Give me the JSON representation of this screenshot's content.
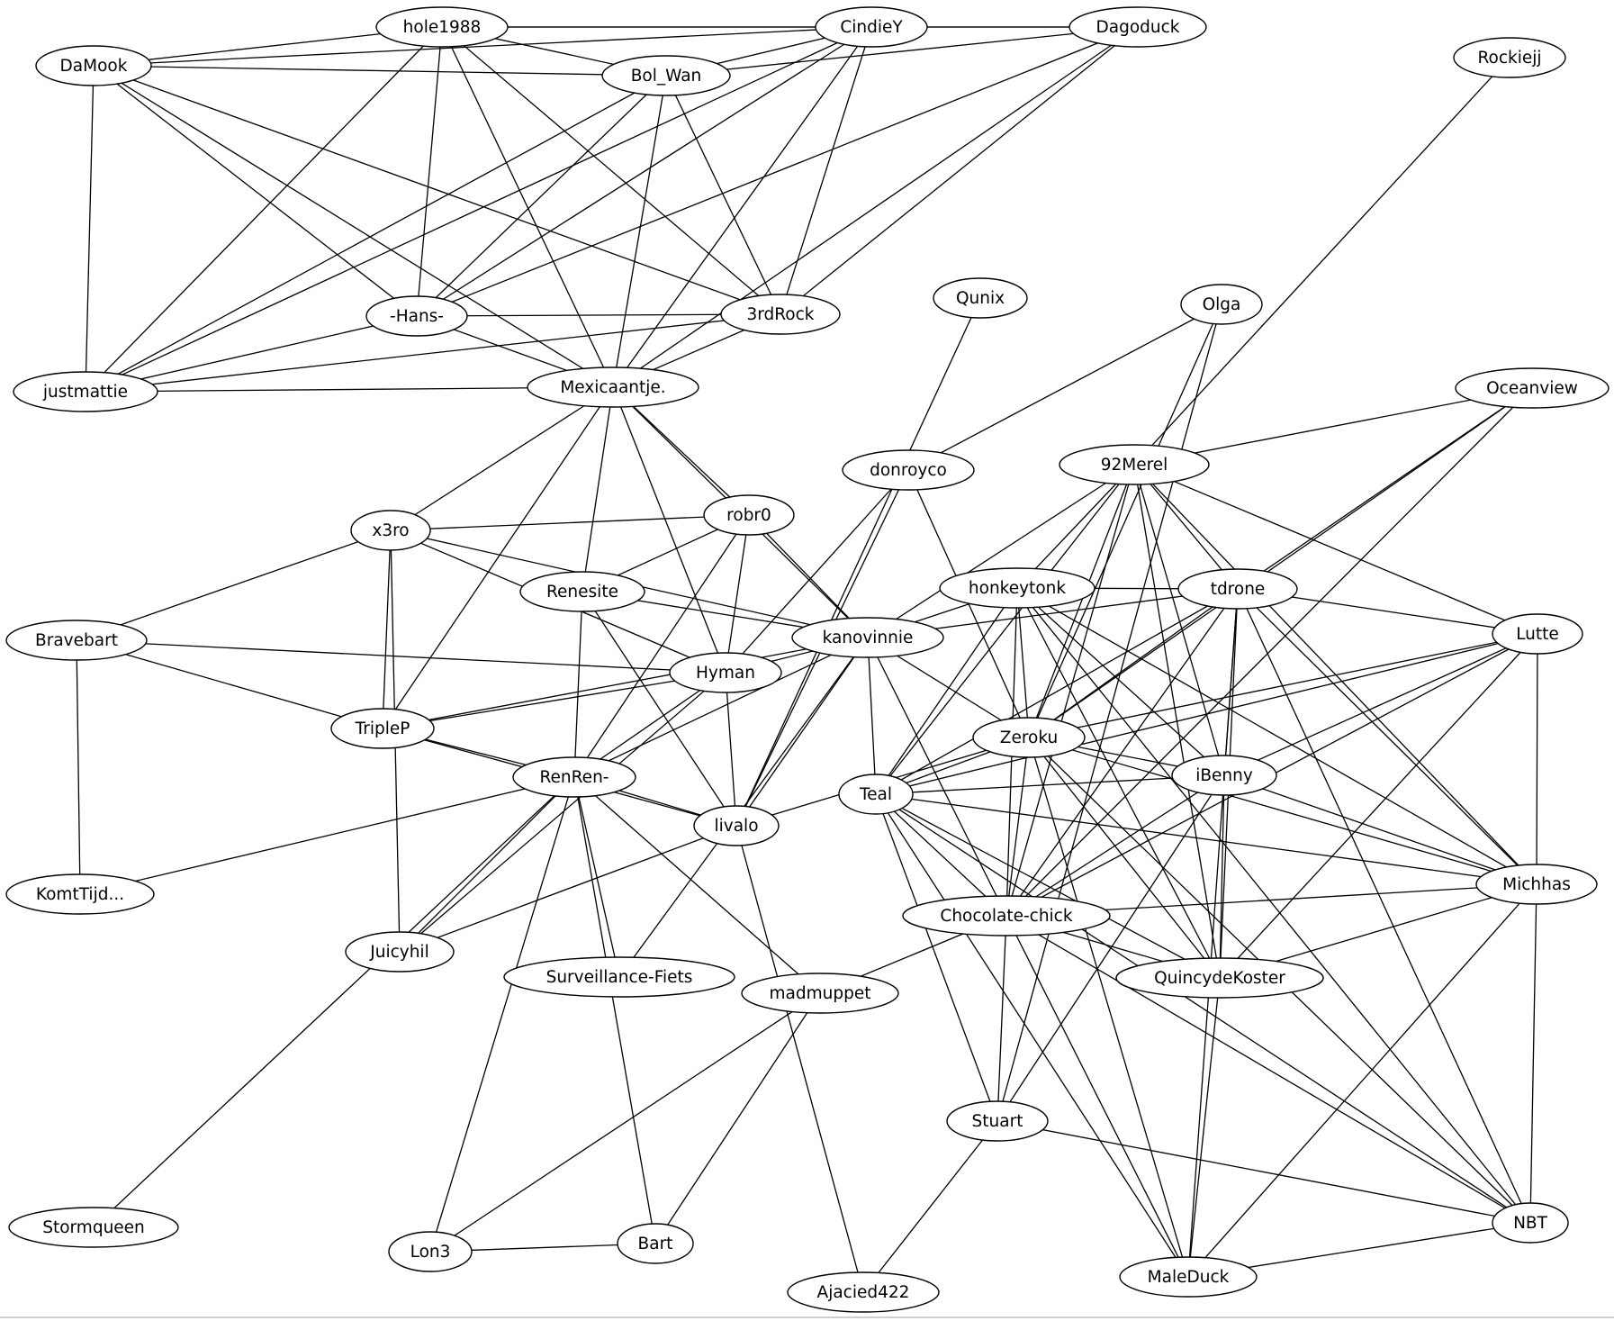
{
  "graph": {
    "type": "undirected-network",
    "colors": {
      "background": "#ffffff",
      "stroke": "#000000",
      "text": "#000000"
    },
    "nodes": [
      {
        "id": "hole1988",
        "label": "hole1988"
      },
      {
        "id": "CindieY",
        "label": "CindieY"
      },
      {
        "id": "Dagoduck",
        "label": "Dagoduck"
      },
      {
        "id": "DaMook",
        "label": "DaMook"
      },
      {
        "id": "Bol_Wan",
        "label": "Bol_Wan"
      },
      {
        "id": "Rockiejj",
        "label": "Rockiejj"
      },
      {
        "id": "Qunix",
        "label": "Qunix"
      },
      {
        "id": "Olga",
        "label": "Olga"
      },
      {
        "id": "-Hans-",
        "label": "-Hans-"
      },
      {
        "id": "3rdRock",
        "label": "3rdRock"
      },
      {
        "id": "justmattie",
        "label": "justmattie"
      },
      {
        "id": "Mexicaantje.",
        "label": "Mexicaantje."
      },
      {
        "id": "Oceanview",
        "label": "Oceanview"
      },
      {
        "id": "donroyco",
        "label": "donroyco"
      },
      {
        "id": "92Merel",
        "label": "92Merel"
      },
      {
        "id": "x3ro",
        "label": "x3ro"
      },
      {
        "id": "robr0",
        "label": "robr0"
      },
      {
        "id": "Renesite",
        "label": "Renesite"
      },
      {
        "id": "honkeytonk",
        "label": "honkeytonk"
      },
      {
        "id": "tdrone",
        "label": "tdrone"
      },
      {
        "id": "Bravebart",
        "label": "Bravebart"
      },
      {
        "id": "kanovinnie",
        "label": "kanovinnie"
      },
      {
        "id": "Lutte",
        "label": "Lutte"
      },
      {
        "id": "Hyman",
        "label": "Hyman"
      },
      {
        "id": "TripleP",
        "label": "TripleP"
      },
      {
        "id": "Zeroku",
        "label": "Zeroku"
      },
      {
        "id": "RenRen-",
        "label": "RenRen-"
      },
      {
        "id": "iBenny",
        "label": "iBenny"
      },
      {
        "id": "Teal",
        "label": "Teal"
      },
      {
        "id": "livalo",
        "label": "livalo"
      },
      {
        "id": "Michhas",
        "label": "Michhas"
      },
      {
        "id": "KomtTijd",
        "label": "KomtTijd..."
      },
      {
        "id": "Chocolate-chick",
        "label": "Chocolate-chick"
      },
      {
        "id": "Juicyhil",
        "label": "Juicyhil"
      },
      {
        "id": "QuincydeKoster",
        "label": "QuincydeKoster"
      },
      {
        "id": "Surveillance-Fiets",
        "label": "Surveillance-Fiets"
      },
      {
        "id": "madmuppet",
        "label": "madmuppet"
      },
      {
        "id": "Stuart",
        "label": "Stuart"
      },
      {
        "id": "Stormqueen",
        "label": "Stormqueen"
      },
      {
        "id": "NBT",
        "label": "NBT"
      },
      {
        "id": "Bart",
        "label": "Bart"
      },
      {
        "id": "Lon3",
        "label": "Lon3"
      },
      {
        "id": "MaleDuck",
        "label": "MaleDuck"
      },
      {
        "id": "Ajacied422",
        "label": "Ajacied422"
      }
    ],
    "edges": [
      [
        "hole1988",
        "CindieY"
      ],
      [
        "hole1988",
        "Dagoduck"
      ],
      [
        "hole1988",
        "DaMook"
      ],
      [
        "hole1988",
        "Bol_Wan"
      ],
      [
        "hole1988",
        "-Hans-"
      ],
      [
        "hole1988",
        "3rdRock"
      ],
      [
        "hole1988",
        "justmattie"
      ],
      [
        "hole1988",
        "Mexicaantje."
      ],
      [
        "CindieY",
        "Dagoduck"
      ],
      [
        "CindieY",
        "DaMook"
      ],
      [
        "CindieY",
        "Bol_Wan"
      ],
      [
        "CindieY",
        "-Hans-"
      ],
      [
        "CindieY",
        "3rdRock"
      ],
      [
        "CindieY",
        "justmattie"
      ],
      [
        "CindieY",
        "Mexicaantje."
      ],
      [
        "Dagoduck",
        "Bol_Wan"
      ],
      [
        "Dagoduck",
        "-Hans-"
      ],
      [
        "Dagoduck",
        "3rdRock"
      ],
      [
        "Dagoduck",
        "Mexicaantje."
      ],
      [
        "DaMook",
        "Bol_Wan"
      ],
      [
        "DaMook",
        "-Hans-"
      ],
      [
        "DaMook",
        "3rdRock"
      ],
      [
        "DaMook",
        "justmattie"
      ],
      [
        "DaMook",
        "Mexicaantje."
      ],
      [
        "Bol_Wan",
        "-Hans-"
      ],
      [
        "Bol_Wan",
        "3rdRock"
      ],
      [
        "Bol_Wan",
        "justmattie"
      ],
      [
        "Bol_Wan",
        "Mexicaantje."
      ],
      [
        "-Hans-",
        "3rdRock"
      ],
      [
        "-Hans-",
        "justmattie"
      ],
      [
        "-Hans-",
        "Mexicaantje."
      ],
      [
        "3rdRock",
        "justmattie"
      ],
      [
        "3rdRock",
        "Mexicaantje."
      ],
      [
        "justmattie",
        "Mexicaantje."
      ],
      [
        "Mexicaantje.",
        "x3ro"
      ],
      [
        "Mexicaantje.",
        "robr0"
      ],
      [
        "Mexicaantje.",
        "Renesite"
      ],
      [
        "Mexicaantje.",
        "kanovinnie"
      ],
      [
        "Mexicaantje.",
        "Hyman"
      ],
      [
        "Mexicaantje.",
        "TripleP"
      ],
      [
        "Rockiejj",
        "92Merel"
      ],
      [
        "Qunix",
        "livalo"
      ],
      [
        "Olga",
        "donroyco"
      ],
      [
        "Olga",
        "Zeroku"
      ],
      [
        "Olga",
        "Stuart"
      ],
      [
        "Oceanview",
        "92Merel"
      ],
      [
        "Oceanview",
        "tdrone"
      ],
      [
        "Oceanview",
        "Zeroku"
      ],
      [
        "Oceanview",
        "Chocolate-chick"
      ],
      [
        "donroyco",
        "Hyman"
      ],
      [
        "donroyco",
        "livalo"
      ],
      [
        "donroyco",
        "Zeroku"
      ],
      [
        "92Merel",
        "honkeytonk"
      ],
      [
        "92Merel",
        "tdrone"
      ],
      [
        "92Merel",
        "Lutte"
      ],
      [
        "92Merel",
        "kanovinnie"
      ],
      [
        "92Merel",
        "Zeroku"
      ],
      [
        "92Merel",
        "Teal"
      ],
      [
        "92Merel",
        "iBenny"
      ],
      [
        "92Merel",
        "Michhas"
      ],
      [
        "92Merel",
        "Chocolate-chick"
      ],
      [
        "92Merel",
        "QuincydeKoster"
      ],
      [
        "x3ro",
        "robr0"
      ],
      [
        "x3ro",
        "Bravebart"
      ],
      [
        "x3ro",
        "kanovinnie"
      ],
      [
        "x3ro",
        "Hyman"
      ],
      [
        "x3ro",
        "TripleP"
      ],
      [
        "x3ro",
        "Juicyhil"
      ],
      [
        "robr0",
        "Renesite"
      ],
      [
        "robr0",
        "Hyman"
      ],
      [
        "robr0",
        "kanovinnie"
      ],
      [
        "robr0",
        "RenRen-"
      ],
      [
        "Renesite",
        "kanovinnie"
      ],
      [
        "Renesite",
        "RenRen-"
      ],
      [
        "Renesite",
        "livalo"
      ],
      [
        "honkeytonk",
        "tdrone"
      ],
      [
        "honkeytonk",
        "kanovinnie"
      ],
      [
        "honkeytonk",
        "Zeroku"
      ],
      [
        "honkeytonk",
        "Teal"
      ],
      [
        "honkeytonk",
        "iBenny"
      ],
      [
        "honkeytonk",
        "Michhas"
      ],
      [
        "honkeytonk",
        "Chocolate-chick"
      ],
      [
        "honkeytonk",
        "QuincydeKoster"
      ],
      [
        "honkeytonk",
        "NBT"
      ],
      [
        "tdrone",
        "kanovinnie"
      ],
      [
        "tdrone",
        "Lutte"
      ],
      [
        "tdrone",
        "Zeroku"
      ],
      [
        "tdrone",
        "Teal"
      ],
      [
        "tdrone",
        "iBenny"
      ],
      [
        "tdrone",
        "Michhas"
      ],
      [
        "tdrone",
        "Chocolate-chick"
      ],
      [
        "tdrone",
        "QuincydeKoster"
      ],
      [
        "tdrone",
        "NBT"
      ],
      [
        "tdrone",
        "MaleDuck"
      ],
      [
        "Bravebart",
        "Hyman"
      ],
      [
        "Bravebart",
        "TripleP"
      ],
      [
        "Bravebart",
        "KomtTijd"
      ],
      [
        "kanovinnie",
        "Hyman"
      ],
      [
        "kanovinnie",
        "TripleP"
      ],
      [
        "kanovinnie",
        "RenRen-"
      ],
      [
        "kanovinnie",
        "livalo"
      ],
      [
        "kanovinnie",
        "Zeroku"
      ],
      [
        "kanovinnie",
        "Teal"
      ],
      [
        "kanovinnie",
        "Chocolate-chick"
      ],
      [
        "kanovinnie",
        "Surveillance-Fiets"
      ],
      [
        "Lutte",
        "Zeroku"
      ],
      [
        "Lutte",
        "Teal"
      ],
      [
        "Lutte",
        "iBenny"
      ],
      [
        "Lutte",
        "Michhas"
      ],
      [
        "Lutte",
        "Chocolate-chick"
      ],
      [
        "Lutte",
        "QuincydeKoster"
      ],
      [
        "Hyman",
        "TripleP"
      ],
      [
        "Hyman",
        "RenRen-"
      ],
      [
        "Hyman",
        "livalo"
      ],
      [
        "Hyman",
        "Juicyhil"
      ],
      [
        "TripleP",
        "RenRen-"
      ],
      [
        "TripleP",
        "livalo"
      ],
      [
        "Zeroku",
        "Teal"
      ],
      [
        "Zeroku",
        "iBenny"
      ],
      [
        "Zeroku",
        "Michhas"
      ],
      [
        "Zeroku",
        "Chocolate-chick"
      ],
      [
        "Zeroku",
        "QuincydeKoster"
      ],
      [
        "Zeroku",
        "NBT"
      ],
      [
        "Zeroku",
        "MaleDuck"
      ],
      [
        "Zeroku",
        "livalo"
      ],
      [
        "RenRen-",
        "livalo"
      ],
      [
        "RenRen-",
        "KomtTijd"
      ],
      [
        "RenRen-",
        "Juicyhil"
      ],
      [
        "RenRen-",
        "Surveillance-Fiets"
      ],
      [
        "RenRen-",
        "madmuppet"
      ],
      [
        "RenRen-",
        "Stormqueen"
      ],
      [
        "RenRen-",
        "Lon3"
      ],
      [
        "RenRen-",
        "Bart"
      ],
      [
        "iBenny",
        "Teal"
      ],
      [
        "iBenny",
        "Michhas"
      ],
      [
        "iBenny",
        "Chocolate-chick"
      ],
      [
        "iBenny",
        "QuincydeKoster"
      ],
      [
        "iBenny",
        "Stuart"
      ],
      [
        "Teal",
        "Michhas"
      ],
      [
        "Teal",
        "Chocolate-chick"
      ],
      [
        "Teal",
        "QuincydeKoster"
      ],
      [
        "Teal",
        "Stuart"
      ],
      [
        "Teal",
        "NBT"
      ],
      [
        "Teal",
        "MaleDuck"
      ],
      [
        "livalo",
        "Juicyhil"
      ],
      [
        "livalo",
        "Ajacied422"
      ],
      [
        "Michhas",
        "Chocolate-chick"
      ],
      [
        "Michhas",
        "QuincydeKoster"
      ],
      [
        "Michhas",
        "NBT"
      ],
      [
        "Michhas",
        "MaleDuck"
      ],
      [
        "Chocolate-chick",
        "QuincydeKoster"
      ],
      [
        "Chocolate-chick",
        "madmuppet"
      ],
      [
        "Chocolate-chick",
        "Stuart"
      ],
      [
        "Chocolate-chick",
        "NBT"
      ],
      [
        "Chocolate-chick",
        "MaleDuck"
      ],
      [
        "QuincydeKoster",
        "MaleDuck"
      ],
      [
        "madmuppet",
        "Lon3"
      ],
      [
        "madmuppet",
        "Bart"
      ],
      [
        "Stuart",
        "NBT"
      ],
      [
        "Stuart",
        "Ajacied422"
      ],
      [
        "NBT",
        "MaleDuck"
      ],
      [
        "Bart",
        "Lon3"
      ]
    ]
  }
}
